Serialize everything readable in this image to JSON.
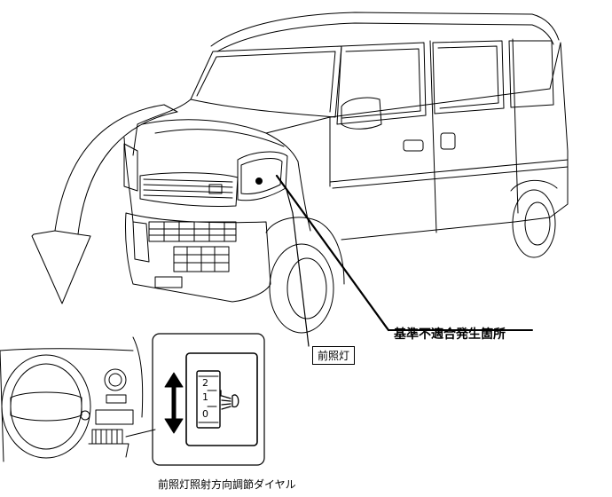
{
  "labels": {
    "defect_location": "基準不適合発生箇所",
    "headlamp": "前照灯",
    "leveling_dial": "前照灯照射方向調節ダイヤル"
  },
  "dial": {
    "marks": [
      "2",
      "1",
      "0"
    ]
  }
}
